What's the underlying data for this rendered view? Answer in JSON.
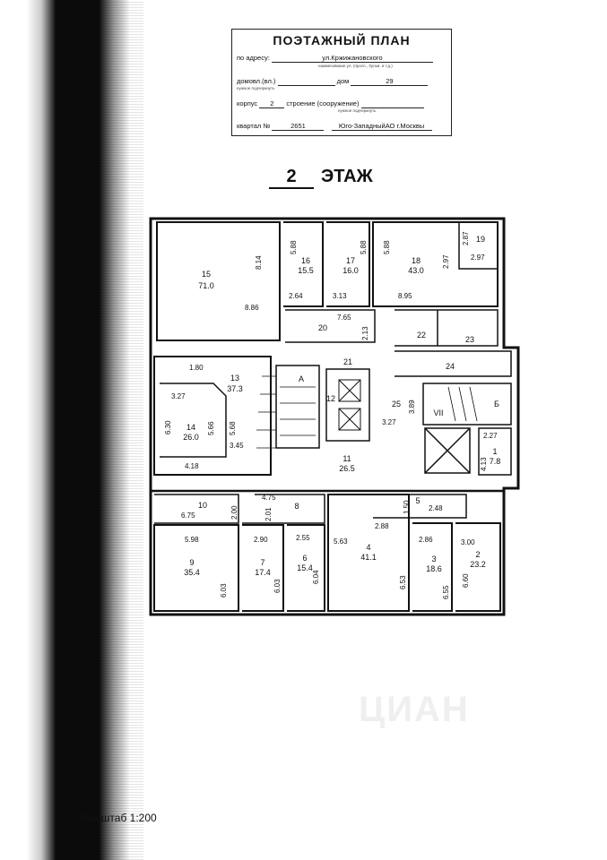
{
  "header": {
    "title": "ПОЭТАЖНЫЙ ПЛАН",
    "address_label": "по адресу:",
    "address_value": "ул.Кржижановского",
    "address_hint": "наименование ул. (просп., бульв. и т.д.)",
    "domovl_label": "домовл.(вл.)",
    "domovl_hint": "нужное подчеркнуть",
    "dom_label": "дом",
    "dom_value": "29",
    "korpus_label": "корпус",
    "korpus_value": "2",
    "stroenie_label": "строение (сооружение)",
    "stroenie_hint": "нужное подчеркнуть",
    "kvartal_label": "квартал №",
    "kvartal_value": "2651",
    "district": "Юго-ЗападныйАО г.Москвы"
  },
  "floor": {
    "number": "2",
    "label": "ЭТАЖ"
  },
  "scale": "Масштаб 1:200",
  "watermark": "ЦИАН",
  "rooms": [
    {
      "id": "r15",
      "no": "15",
      "area": "71.0"
    },
    {
      "id": "r16",
      "no": "16",
      "area": "15.5"
    },
    {
      "id": "r17",
      "no": "17",
      "area": "16.0"
    },
    {
      "id": "r18",
      "no": "18",
      "area": "43.0"
    },
    {
      "id": "r19",
      "no": "19",
      "area": ""
    },
    {
      "id": "r13",
      "no": "13",
      "area": "37.3"
    },
    {
      "id": "r14",
      "no": "14",
      "area": "26.0"
    },
    {
      "id": "r11",
      "no": "11",
      "area": "26.5"
    },
    {
      "id": "r1",
      "no": "1",
      "area": "7.8"
    },
    {
      "id": "r9",
      "no": "9",
      "area": "35.4"
    },
    {
      "id": "r7",
      "no": "7",
      "area": "17.4"
    },
    {
      "id": "r6",
      "no": "6",
      "area": "15.4"
    },
    {
      "id": "r4",
      "no": "4",
      "area": "41.1"
    },
    {
      "id": "r3",
      "no": "3",
      "area": "18.6"
    },
    {
      "id": "r2",
      "no": "2",
      "area": "23.2"
    }
  ],
  "labels": {
    "r20": "20",
    "r21": "21",
    "r22": "22",
    "r23": "23",
    "r24": "24",
    "r25": "25",
    "r12": "12",
    "r10": "10",
    "r8": "8",
    "r5": "5",
    "stairA": "А",
    "stairB": "Б",
    "stairVII": "VII"
  },
  "dims": {
    "d_8_14": "8.14",
    "d_8_86": "8.86",
    "d_5_88a": "5.88",
    "d_2_64": "2.64",
    "d_5_88b": "5.88",
    "d_3_13": "3.13",
    "d_5_88c": "5.88",
    "d_8_95": "8.95",
    "d_2_97a": "2.97",
    "d_2_87": "2.87",
    "d_2_97b": "2.97",
    "d_7_65": "7.65",
    "d_2_13": "2.13",
    "d_1_80": "1.80",
    "d_3_27a": "3.27",
    "d_6_30": "6.30",
    "d_5_66": "5.66",
    "d_5_68": "5.68",
    "d_3_45": "3.45",
    "d_4_18": "4.18",
    "d_3_89": "3.89",
    "d_3_27b": "3.27",
    "d_2_27": "2.27",
    "d_4_13": "4.13",
    "d_6_75": "6.75",
    "d_2_00": "2.00",
    "d_4_75": "4.75",
    "d_2_01": "2.01",
    "d_1_50": "1.50",
    "d_2_48": "2.48",
    "d_2_88": "2.88",
    "d_5_98": "5.98",
    "d_6_03a": "6.03",
    "d_2_90": "2.90",
    "d_6_03b": "6.03",
    "d_2_55": "2.55",
    "d_6_04": "6.04",
    "d_5_63": "5.63",
    "d_6_53": "6.53",
    "d_2_86": "2.86",
    "d_6_55": "6.55",
    "d_3_00": "3.00",
    "d_6_60": "6.60"
  }
}
